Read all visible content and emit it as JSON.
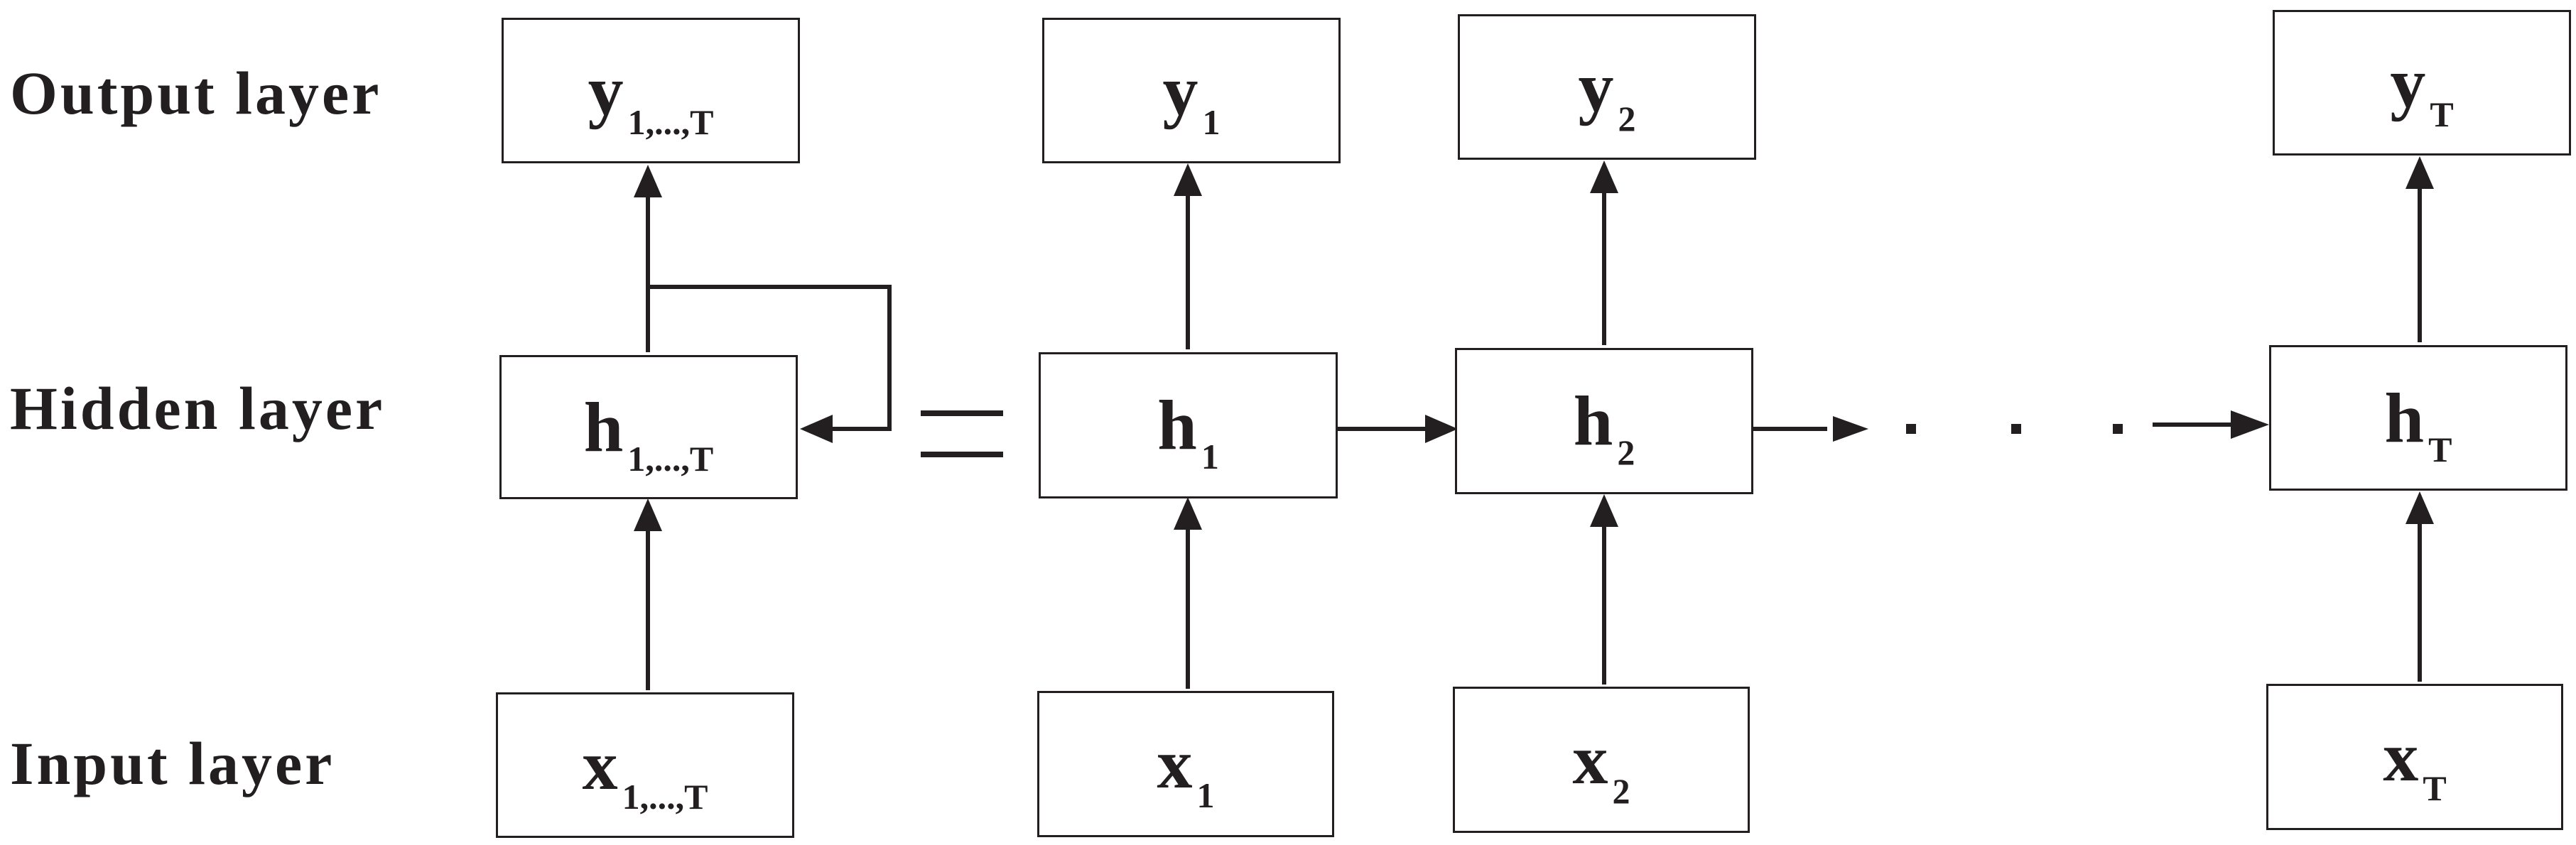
{
  "layers": {
    "output": "Output layer",
    "hidden": "Hidden layer",
    "input": "Input layer"
  },
  "folded": {
    "output": {
      "var": "y",
      "sub": "1,...,T"
    },
    "hidden": {
      "var": "h",
      "sub": "1,...,T"
    },
    "input": {
      "var": "x",
      "sub": "1,...,T"
    }
  },
  "unfolded": {
    "outputs": [
      {
        "var": "y",
        "sub": "1"
      },
      {
        "var": "y",
        "sub": "2"
      },
      {
        "var": "y",
        "sub": "T"
      }
    ],
    "hiddens": [
      {
        "var": "h",
        "sub": "1"
      },
      {
        "var": "h",
        "sub": "2"
      },
      {
        "var": "h",
        "sub": "T"
      }
    ],
    "inputs": [
      {
        "var": "x",
        "sub": "1"
      },
      {
        "var": "x",
        "sub": "2"
      },
      {
        "var": "x",
        "sub": "T"
      }
    ]
  },
  "colors": {
    "stroke": "#231f20",
    "background": "#ffffff"
  }
}
